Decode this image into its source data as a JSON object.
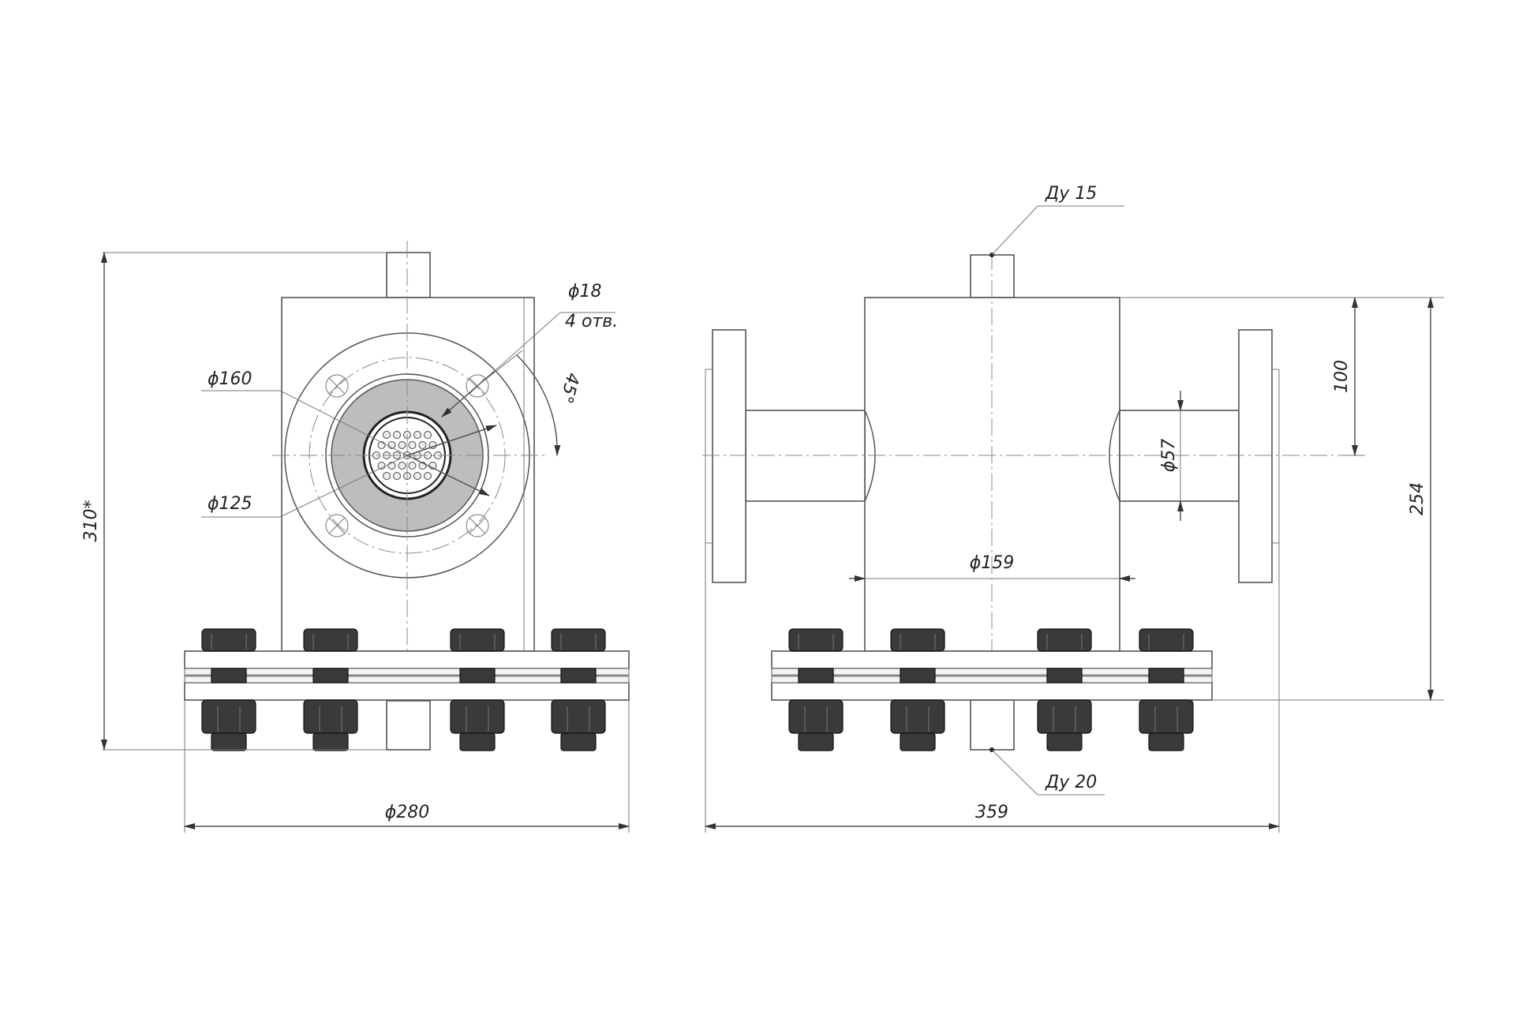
{
  "front_view": {
    "dim_height": "310*",
    "dim_outer_diameter": "ϕ280",
    "dim_flange_d1": "ϕ160",
    "dim_flange_d2": "ϕ125",
    "dim_hole_diameter": "ϕ18",
    "dim_hole_count": "4 отв.",
    "dim_angle": "45°"
  },
  "side_view": {
    "label_top_nozzle": "Ду 15",
    "label_bottom_nozzle": "Ду 20",
    "dim_length": "359",
    "dim_shell_diameter": "ϕ159",
    "dim_branch_diameter": "ϕ57",
    "dim_offset": "100",
    "dim_height": "254"
  }
}
